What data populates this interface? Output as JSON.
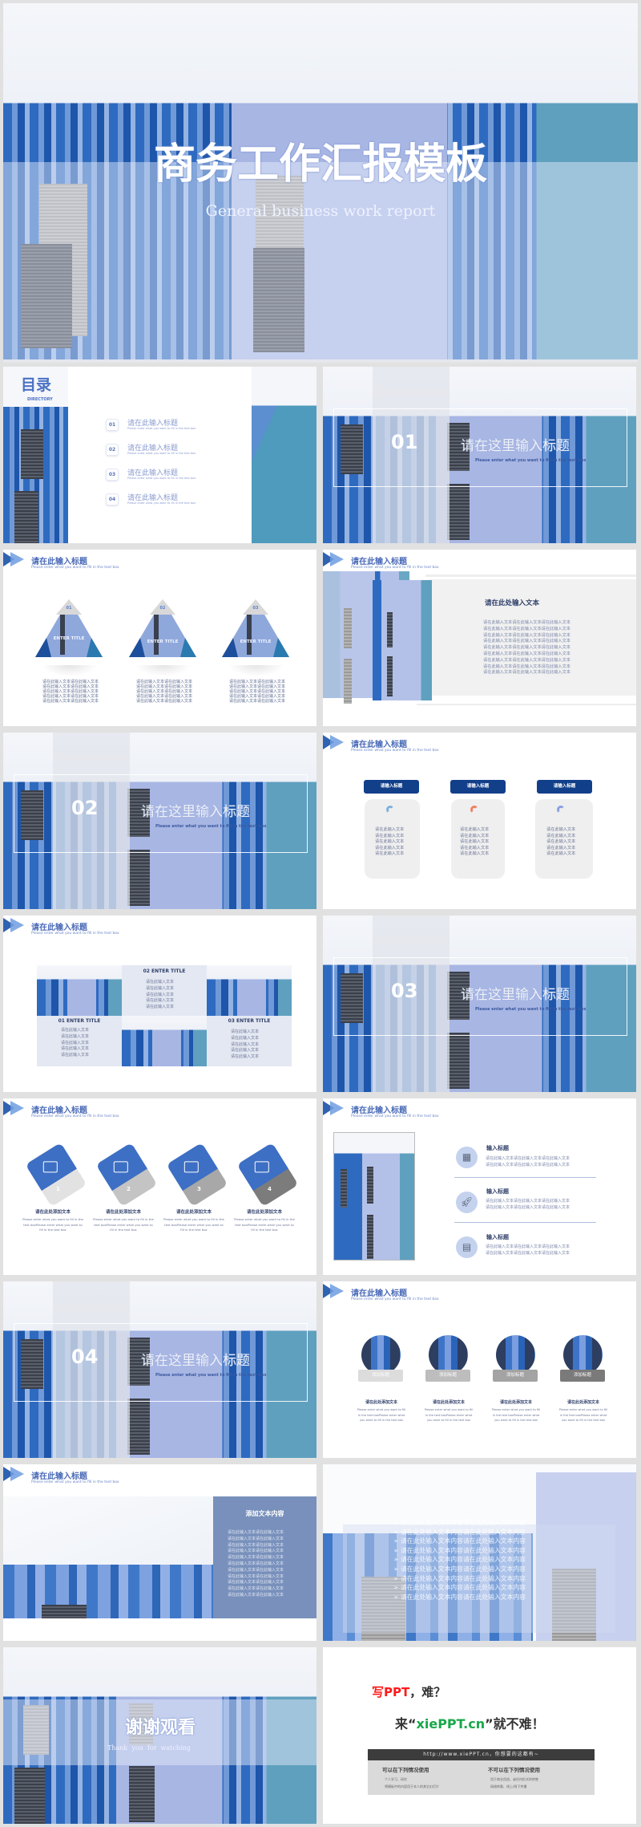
{
  "colors": {
    "accent": "#4a6ab8",
    "navy": "#123f8a",
    "red": "#ff1a1a",
    "green": "#18a84a"
  },
  "header": {
    "title": "请在此输入标题",
    "sub": "Please enter what you want to fill in the text box"
  },
  "cover": {
    "title": "商务工作汇报模板",
    "subtitle": "General business work report"
  },
  "toc": {
    "title": "目录",
    "sub": "DIRECTORY",
    "items": [
      {
        "num": "01",
        "label": "请在此输入标题",
        "sub": "Please enter what you want to fill in the text box"
      },
      {
        "num": "02",
        "label": "请在此输入标题",
        "sub": "Please enter what you want to fill in the text box"
      },
      {
        "num": "03",
        "label": "请在此输入标题",
        "sub": "Please enter what you want to fill in the text box"
      },
      {
        "num": "04",
        "label": "请在此输入标题",
        "sub": "Please enter what you want to fill in the text box"
      }
    ]
  },
  "sections": [
    {
      "num": "01",
      "title": "请在这里输入标题",
      "sub": "Please enter what you want to fill in the text box"
    },
    {
      "num": "02",
      "title": "请在这里输入标题",
      "sub": "Please enter what you want to fill in the text box"
    },
    {
      "num": "03",
      "title": "请在这里输入标题",
      "sub": "Please enter what you want to fill in the text box"
    },
    {
      "num": "04",
      "title": "请在这里输入标题",
      "sub": "Please enter what you want to fill in the text box"
    }
  ],
  "pyramids": [
    {
      "num": "01",
      "title": "ENTER TITLE",
      "lines": [
        "请在此输入文本请在此输入文本",
        "请在此输入文本请在此输入文本",
        "请在此输入文本请在此输入文本",
        "请在此输入文本请在此输入文本",
        "请在此输入文本请在此输入文本"
      ]
    },
    {
      "num": "02",
      "title": "ENTER TITLE",
      "lines": [
        "请在此输入文本请在此输入文本",
        "请在此输入文本请在此输入文本",
        "请在此输入文本请在此输入文本",
        "请在此输入文本请在此输入文本",
        "请在此输入文本请在此输入文本"
      ]
    },
    {
      "num": "03",
      "title": "ENTER TITLE",
      "lines": [
        "请在此输入文本请在此输入文本",
        "请在此输入文本请在此输入文本",
        "请在此输入文本请在此输入文本",
        "请在此输入文本请在此输入文本",
        "请在此输入文本请在此输入文本"
      ]
    }
  ],
  "imgtext": {
    "title": "请在此处输入文本",
    "lines": [
      "请在此输入文本请在此输入文本请在此输入文本",
      "请在此输入文本请在此输入文本请在此输入文本",
      "请在此输入文本请在此输入文本请在此输入文本",
      "请在此输入文本请在此输入文本请在此输入文本",
      "请在此输入文本请在此输入文本请在此输入文本",
      "请在此输入文本请在此输入文本请在此输入文本",
      "请在此输入文本请在此输入文本请在此输入文本",
      "请在此输入文本请在此输入文本请在此输入文本",
      "请在此输入文本请在此输入文本请在此输入文本"
    ]
  },
  "cards": [
    {
      "label": "请输入标题",
      "icon_color": "#7fb0e0",
      "lines": [
        "请在此输入文本",
        "请在此输入文本",
        "请在此输入文本",
        "请在此输入文本",
        "请在此输入文本"
      ]
    },
    {
      "label": "请输入标题",
      "icon_color": "#f08060",
      "lines": [
        "请在此输入文本",
        "请在此输入文本",
        "请在此输入文本",
        "请在此输入文本",
        "请在此输入文本"
      ]
    },
    {
      "label": "请输入标题",
      "icon_color": "#8aa0e0",
      "lines": [
        "请在此输入文本",
        "请在此输入文本",
        "请在此输入文本",
        "请在此输入文本",
        "请在此输入文本"
      ]
    }
  ],
  "grid": [
    {
      "title": "01  ENTER  TITLE",
      "lines": [
        "请在此输入文本",
        "请在此输入文本",
        "请在此输入文本",
        "请在此输入文本",
        "请在此输入文本"
      ]
    },
    {
      "title": "02  ENTER  TITLE",
      "lines": [
        "请在此输入文本",
        "请在此输入文本",
        "请在此输入文本",
        "请在此输入文本",
        "请在此输入文本"
      ]
    },
    {
      "title": "03  ENTER  TITLE",
      "lines": [
        "请在此输入文本",
        "请在此输入文本",
        "请在此输入文本",
        "请在此输入文本",
        "请在此输入文本"
      ]
    }
  ],
  "tilted": [
    {
      "num": "1",
      "title": "请在此处添加文本",
      "text": "Please enter what you want to fill in the text boxPlease enter what you want to fill in the text box"
    },
    {
      "num": "2",
      "title": "请在此处添加文本",
      "text": "Please enter what you want to fill in the text boxPlease enter what you want to fill in the text box"
    },
    {
      "num": "3",
      "title": "请在此处添加文本",
      "text": "Please enter what you want to fill in the text boxPlease enter what you want to fill in the text box"
    },
    {
      "num": "4",
      "title": "请在此处添加文本",
      "text": "Please enter what you want to fill in the text boxPlease enter what you want to fill in the text box"
    }
  ],
  "iconlist": [
    {
      "icon": "spreadsheet-icon",
      "title": "输入标题",
      "lines": [
        "请在此输入文本请在此输入文本请在此输入文本",
        "请在此输入文本请在此输入文本请在此输入文本"
      ]
    },
    {
      "icon": "rocket-icon",
      "title": "输入标题",
      "lines": [
        "请在此输入文本请在此输入文本请在此输入文本",
        "请在此输入文本请在此输入文本请在此输入文本"
      ]
    },
    {
      "icon": "calendar-icon",
      "title": "输入标题",
      "lines": [
        "请在此输入文本请在此输入文本请在此输入文本",
        "请在此输入文本请在此输入文本请在此输入文本"
      ]
    }
  ],
  "circles": [
    {
      "label": "添加标题",
      "color": "#dcdcdc",
      "title": "请在此处添加文本",
      "text": "Please enter what you want to fill in the text boxPlease enter what you want to fill in the text box"
    },
    {
      "label": "添加标题",
      "color": "#bdbdbd",
      "title": "请在此处添加文本",
      "text": "Please enter what you want to fill in the text boxPlease enter what you want to fill in the text box"
    },
    {
      "label": "添加标题",
      "color": "#a3a3a3",
      "title": "请在此处添加文本",
      "text": "Please enter what you want to fill in the text boxPlease enter what you want to fill in the text box"
    },
    {
      "label": "添加标题",
      "color": "#7a7a7a",
      "title": "请在此处添加文本",
      "text": "Please enter what you want to fill in the text boxPlease enter what you want to fill in the text box"
    }
  ],
  "panel": {
    "title": "添加文本内容",
    "lines": [
      "请在此输入文本请在此输入文本",
      "请在此输入文本请在此输入文本",
      "请在此输入文本请在此输入文本",
      "请在此输入文本请在此输入文本",
      "请在此输入文本请在此输入文本",
      "请在此输入文本请在此输入文本",
      "请在此输入文本请在此输入文本",
      "请在此输入文本请在此输入文本",
      "请在此输入文本请在此输入文本",
      "请在此输入文本请在此输入文本",
      "请在此输入文本请在此输入文本"
    ]
  },
  "bullets": [
    "请在此处输入文本内容请在此处输入文本内容",
    "请在此处输入文本内容请在此处输入文本内容",
    "请在此处输入文本内容请在此处输入文本内容",
    "请在此处输入文本内容请在此处输入文本内容",
    "请在此处输入文本内容请在此处输入文本内容",
    "请在此处输入文本内容请在此处输入文本内容",
    "请在此处输入文本内容请在此处输入文本内容",
    "请在此处输入文本内容请在此处输入文本内容",
    "请在此处输入文本内容请在此处输入文本内容"
  ],
  "thanks": {
    "title": "谢谢观看",
    "subtitle": "Thank  you  for  watching"
  },
  "ad": {
    "line1_red": "写PPT",
    "line1_rest": "，难？",
    "line2_pre": "来“",
    "line2_green": "xiePPT.cn",
    "line2_post": "”就不难！",
    "url": "http://www.xiePPT.cn，你想要的这都有~",
    "can_title": "可以在下列情况使用",
    "can": [
      "个人学习、研究",
      "将模板中的内容用于本人的其它幻灯片"
    ],
    "cannot_title": "不可以在下列情况使用",
    "cannot": [
      "用于商业用途，或任何形式的转售",
      "网络转载、线上/线下传播"
    ]
  }
}
